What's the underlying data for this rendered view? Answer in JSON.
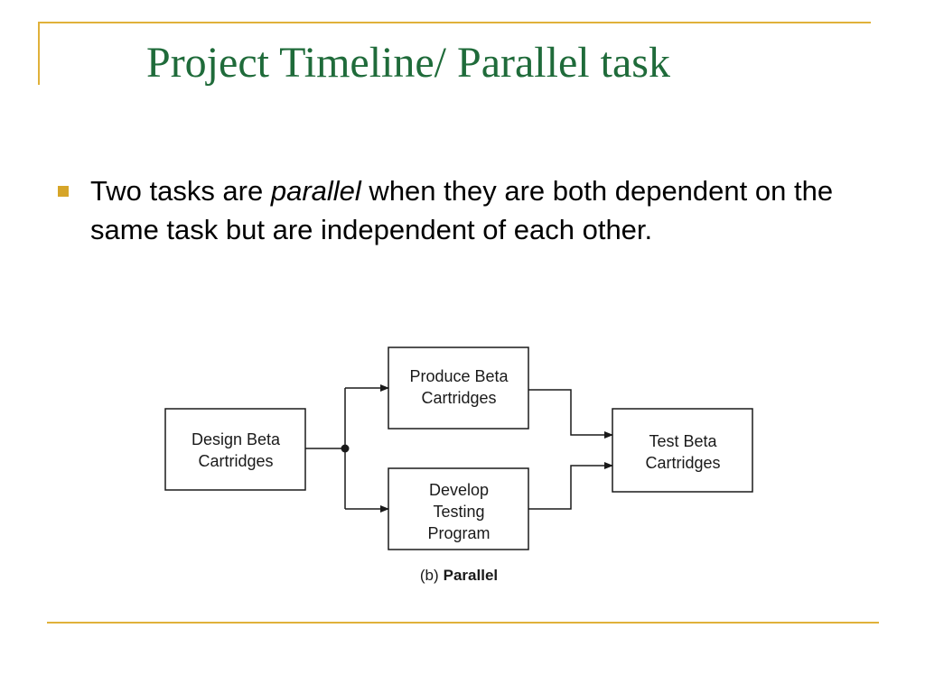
{
  "slide": {
    "title": "Project Timeline/ Parallel task",
    "bullet": {
      "before": "Two tasks are ",
      "emphasis": "parallel",
      "after": " when they are both dependent on the same task but are independent of each other."
    }
  },
  "diagram": {
    "nodes": {
      "design": [
        "Design Beta",
        "Cartridges"
      ],
      "produce": [
        "Produce Beta",
        "Cartridges"
      ],
      "develop": [
        "Develop",
        "Testing",
        "Program"
      ],
      "test": [
        "Test Beta",
        "Cartridges"
      ]
    },
    "caption": {
      "prefix": "(b)",
      "label": "Parallel"
    }
  },
  "colors": {
    "title": "#1f6b3a",
    "accent": "#e0b13a",
    "bullet": "#d6a529"
  }
}
